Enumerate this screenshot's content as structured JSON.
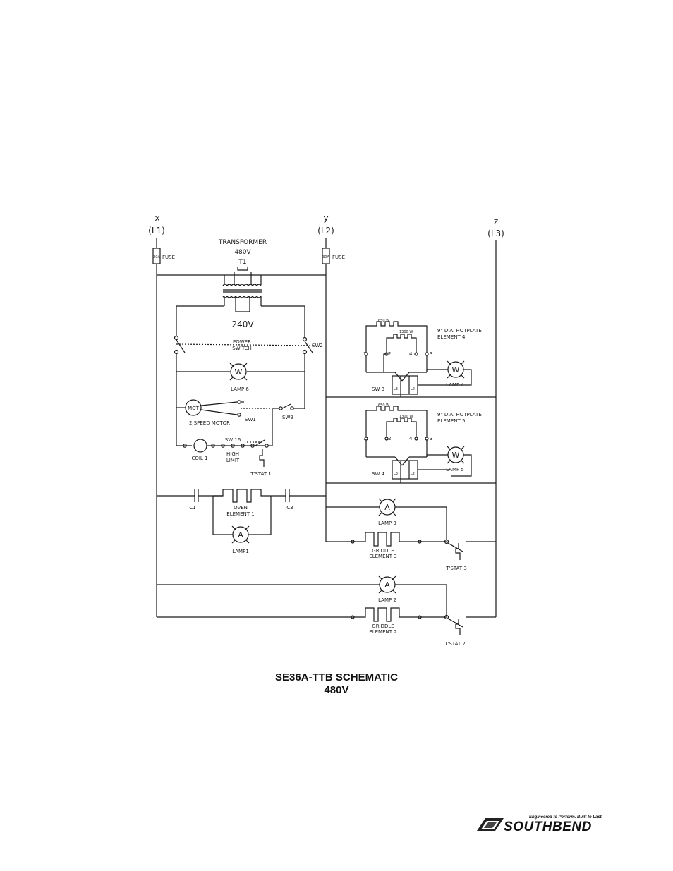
{
  "diagram": {
    "phases": [
      {
        "letter": "x",
        "line": "(L1)"
      },
      {
        "letter": "y",
        "line": "(L2)"
      },
      {
        "letter": "z",
        "line": "(L3)"
      }
    ],
    "labels": {
      "fuse": "FUSE",
      "fuse_rating": "30A",
      "transformer": "TRANSFORMER",
      "primary_voltage": "480V",
      "t1": "T1",
      "secondary_voltage": "240V",
      "power_switch_line1": "POWER",
      "power_switch_line2": "SWITCH",
      "sw2": "SW2",
      "lamp6": "LAMP 6",
      "motor": "MOT",
      "motor_label": "2 SPEED MOTOR",
      "sw1": "SW1",
      "sw9": "SW9",
      "sw16": "SW 16",
      "coil1": "COIL 1",
      "high_limit_line1": "HIGH",
      "high_limit_line2": "LIMIT",
      "tstat1": "T'STAT 1",
      "c1": "C1",
      "c3": "C3",
      "oven_element_line1": "OVEN",
      "oven_element_line2": "ELEMENT 1",
      "lamp1": "LAMP1",
      "w650": "650 W",
      "w1300": "1300 W",
      "hotplate4_line1": "9\" DIA. HOTPLATE",
      "hotplate4_line2": "ELEMENT 4",
      "hotplate5_line1": "9\" DIA. HOTPLATE",
      "hotplate5_line2": "ELEMENT 5",
      "sw3": "SW 3",
      "sw4": "SW 4",
      "lamp4": "LAMP 4",
      "lamp5": "LAMP 5",
      "lamp3": "LAMP 3",
      "lamp2": "LAMP 2",
      "griddle3_line1": "GRIDDLE",
      "griddle3_line2": "ELEMENT 3",
      "griddle2_line1": "GRIDDLE",
      "griddle2_line2": "ELEMENT 2",
      "tstat3": "T'STAT 3",
      "tstat2": "T'STAT 2",
      "lamp_w": "W",
      "lamp_a": "A",
      "n1": "1",
      "n2": "2",
      "n3": "3",
      "n4": "4",
      "l2": "L2",
      "l3": "L3"
    }
  },
  "caption": {
    "title": "SE36A-TTB SCHEMATIC",
    "voltage": "480V"
  },
  "logo": {
    "brand": "SOUTHBEND",
    "tagline": "Engineered to Perform. Built to Last."
  }
}
